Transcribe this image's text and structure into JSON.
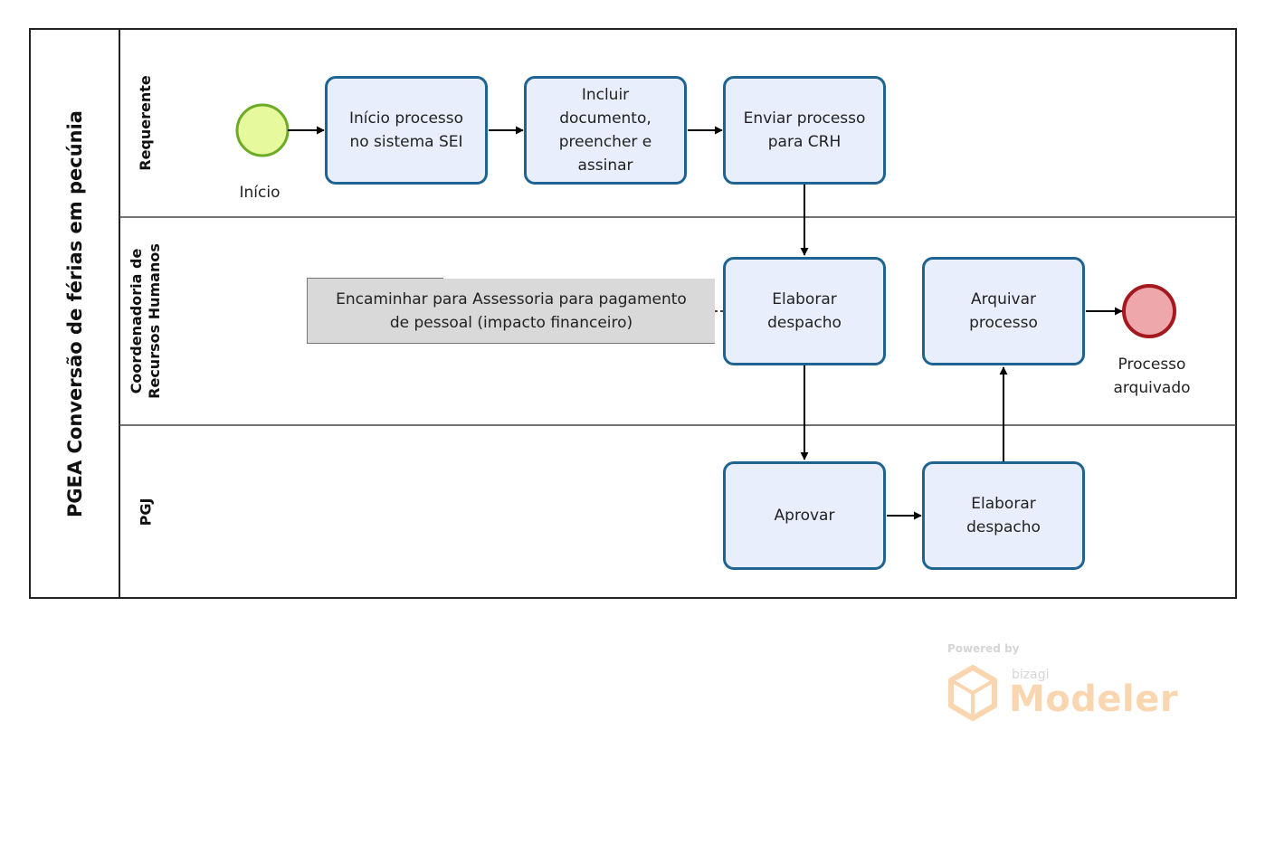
{
  "pool": {
    "title": "PGEA Conversão de férias em pecúnia"
  },
  "lanes": [
    {
      "title": "Requerente"
    },
    {
      "title": "Coordenadoria de\nRecursos Humanos"
    },
    {
      "title": "PGJ"
    }
  ],
  "events": {
    "start": {
      "label": "Início",
      "color": "#e6f99d",
      "stroke": "#6bab26"
    },
    "end": {
      "label": "Processo\narquivado",
      "color": "#eea8ab",
      "stroke": "#a4181e"
    }
  },
  "tasks": {
    "t1": "Início processo\nno sistema SEI",
    "t2": "Incluir\ndocumento,\npreencher e\nassinar",
    "t3": "Enviar processo\npara CRH",
    "t4": "Elaborar\ndespacho",
    "t5": "Arquivar\nprocesso",
    "t6": "Aprovar",
    "t7": "Elaborar\ndespacho"
  },
  "annotation": "Encaminhar para Assessoria para pagamento\nde pessoal (impacto financeiro)",
  "watermark": {
    "powered": "Powered by",
    "brand": "bizagi",
    "product": "Modeler"
  },
  "colors": {
    "task_fill": "#e8eefb",
    "task_stroke": "#1f6391",
    "annotation_fill": "#d9d9d9",
    "watermark": "#f08c1e"
  }
}
